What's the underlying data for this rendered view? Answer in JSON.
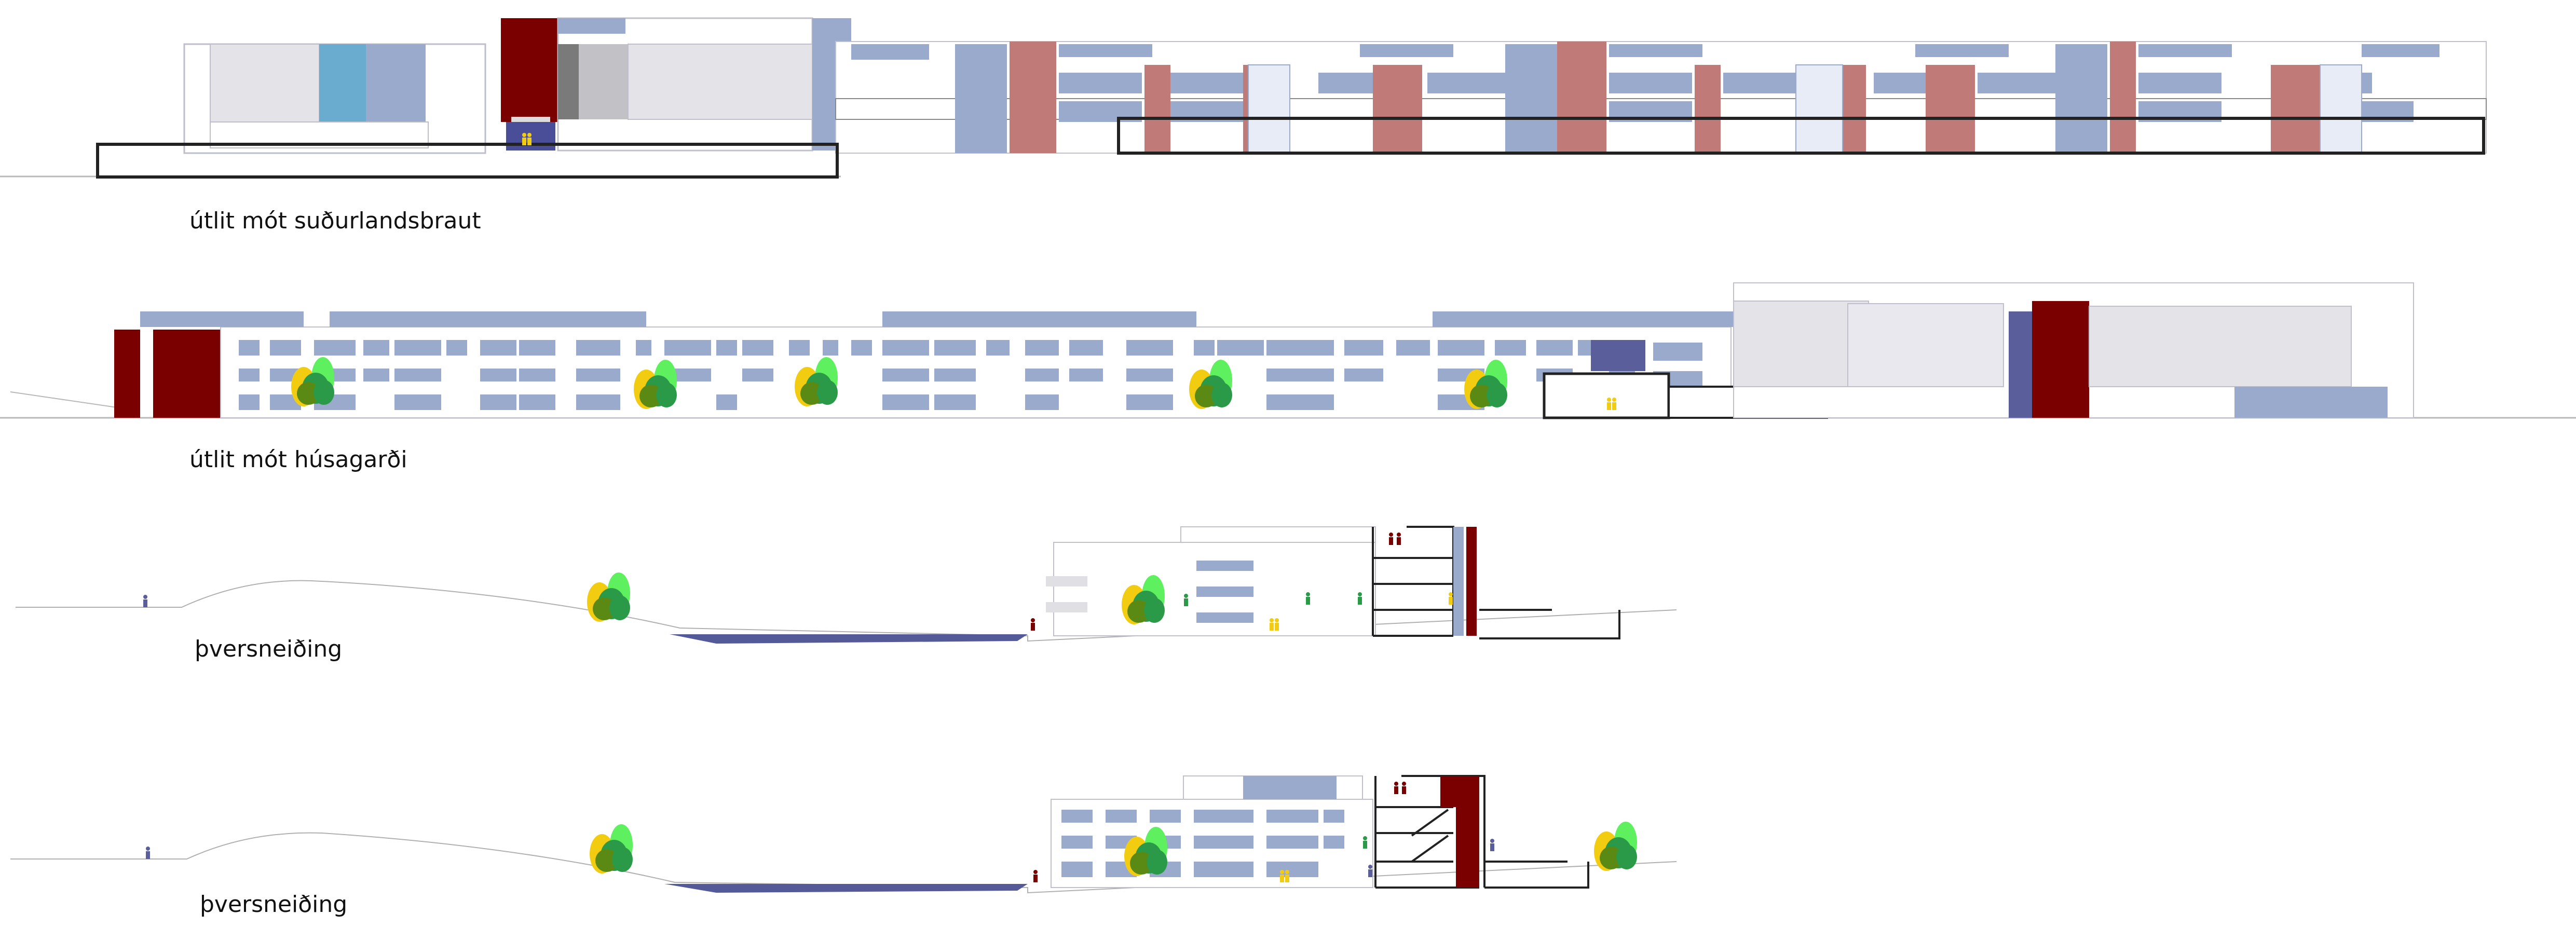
{
  "drawing": {
    "elevation_street": {
      "caption": "útlit mót suðurlandsbraut"
    },
    "elevation_courtyard": {
      "caption": "útlit mót húsagarði"
    },
    "section_a": {
      "caption": "þversneiðing"
    },
    "section_b": {
      "caption": "þversneiðing"
    }
  },
  "colors": {
    "facade_blue": "#9aaacc",
    "dark_blue": "#5a5e9a",
    "cyan_panel": "#6aacd0",
    "rose": "#c07a78",
    "maroon": "#7a0000",
    "glass_grey": "#e4e4e8",
    "tree_light": "#5ef05e",
    "tree_mid": "#2a9a48",
    "tree_dark": "#5a8a14",
    "tree_yellow": "#f2cc10",
    "ground_line": "#b0b0b0",
    "water": "#545a98",
    "outline": "#222222"
  },
  "icons": [
    "person-icon",
    "tree-icon"
  ]
}
